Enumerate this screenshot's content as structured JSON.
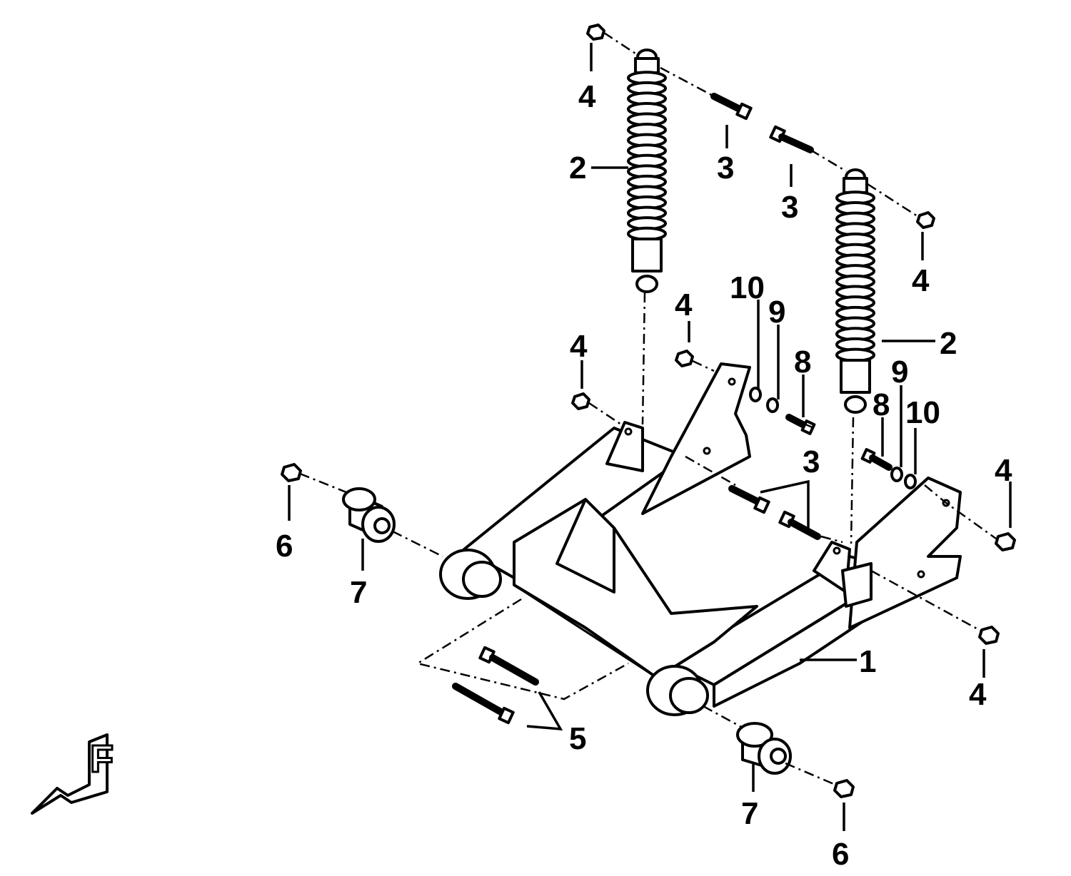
{
  "diagram": {
    "callouts": [
      {
        "id": "c1",
        "label": "1"
      },
      {
        "id": "c2a",
        "label": "2"
      },
      {
        "id": "c2b",
        "label": "2"
      },
      {
        "id": "c3a",
        "label": "3"
      },
      {
        "id": "c3b",
        "label": "3"
      },
      {
        "id": "c3c",
        "label": "3"
      },
      {
        "id": "c4a",
        "label": "4"
      },
      {
        "id": "c4b",
        "label": "4"
      },
      {
        "id": "c4c",
        "label": "4"
      },
      {
        "id": "c4d",
        "label": "4"
      },
      {
        "id": "c4e",
        "label": "4"
      },
      {
        "id": "c4f",
        "label": "4"
      },
      {
        "id": "c5",
        "label": "5"
      },
      {
        "id": "c6a",
        "label": "6"
      },
      {
        "id": "c6b",
        "label": "6"
      },
      {
        "id": "c7a",
        "label": "7"
      },
      {
        "id": "c7b",
        "label": "7"
      },
      {
        "id": "c8a",
        "label": "8"
      },
      {
        "id": "c8b",
        "label": "8"
      },
      {
        "id": "c9a",
        "label": "9"
      },
      {
        "id": "c9b",
        "label": "9"
      },
      {
        "id": "c10a",
        "label": "10"
      },
      {
        "id": "c10b",
        "label": "10"
      }
    ],
    "front_indicator": "F"
  }
}
